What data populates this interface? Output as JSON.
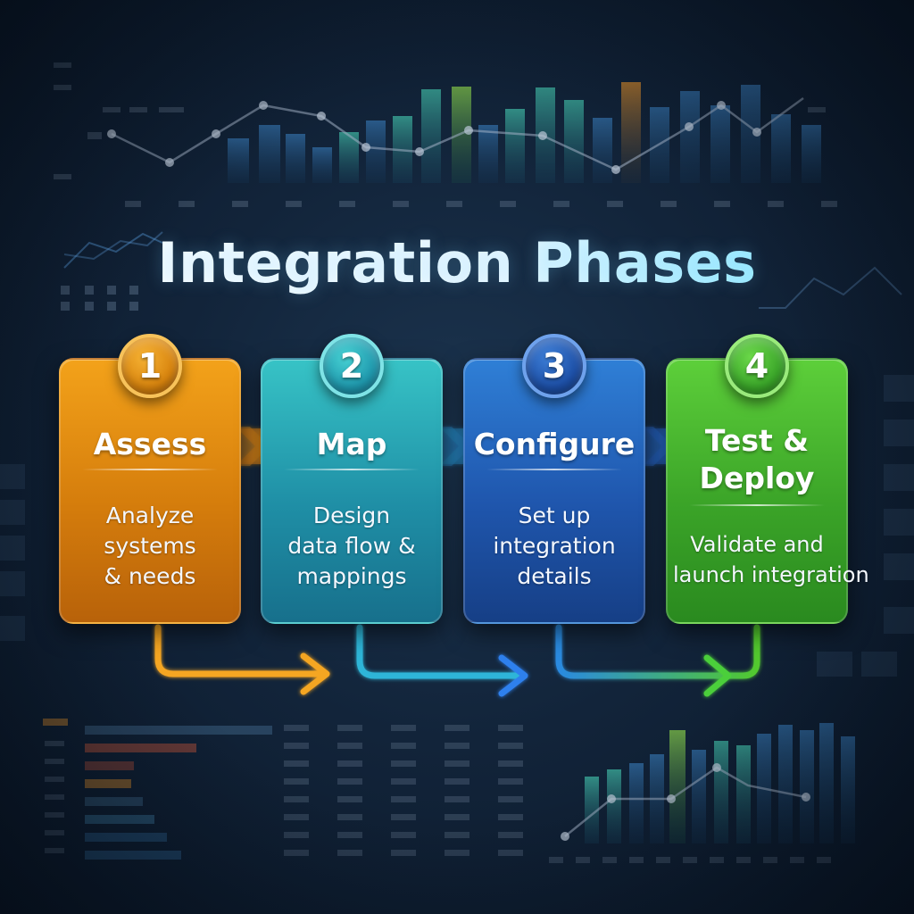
{
  "title": "Integration Phases",
  "phases": [
    {
      "number": "1",
      "title_lines": [
        "Assess"
      ],
      "desc_lines": [
        "Analyze",
        "systems",
        "& needs"
      ],
      "color": "#e58f13"
    },
    {
      "number": "2",
      "title_lines": [
        "Map"
      ],
      "desc_lines": [
        "Design",
        "data flow &",
        "mappings"
      ],
      "color": "#26a7b8"
    },
    {
      "number": "3",
      "title_lines": [
        "Configure"
      ],
      "desc_lines": [
        "Set up",
        "integration",
        "details"
      ],
      "color": "#2563bd"
    },
    {
      "number": "4",
      "title_lines": [
        "Test &",
        "Deploy"
      ],
      "desc_lines": [
        "Validate and",
        "launch integration"
      ],
      "color": "#45b52d"
    }
  ],
  "colors": {
    "background": "#12243a",
    "accent_cyan": "#6fe3ff",
    "connector_orange": "#f5a623",
    "connector_teal": "#2fc4d6",
    "connector_blue": "#2f80ed",
    "connector_green": "#4ccf3a"
  },
  "icons": [
    "chevron-right-icon",
    "elbow-arrow-icon"
  ]
}
